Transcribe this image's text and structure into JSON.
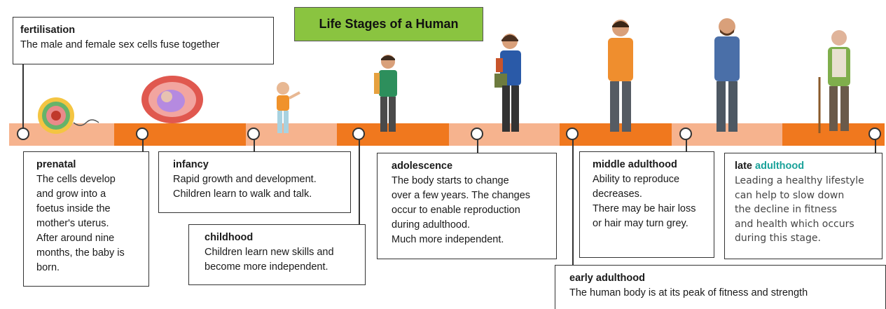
{
  "title": "Life Stages of a Human",
  "colors": {
    "band_light": "#f6b38e",
    "band_dark": "#f0781e",
    "title_bg": "#8ac440",
    "accent": "#1aa29a"
  },
  "stages": [
    {
      "heading": "fertilisation",
      "text": "The male and female sex cells fuse together"
    },
    {
      "heading": "prenatal",
      "text": "The cells develop\nand grow into a\nfoetus inside the\nmother's uterus.\nAfter around nine\nmonths, the baby is\nborn."
    },
    {
      "heading": "infancy",
      "text": "Rapid growth and development.\nChildren learn to walk and talk."
    },
    {
      "heading": "childhood",
      "text": "Children learn new skills and\nbecome more independent."
    },
    {
      "heading": "adolescence",
      "text": "The body starts to change\nover a few years. The changes\noccur to enable reproduction\nduring adulthood.\nMuch more independent."
    },
    {
      "heading": "early adulthood",
      "text": "The human body is at its peak of fitness and strength"
    },
    {
      "heading": "middle adulthood",
      "text": "Ability to reproduce\ndecreases.\nThere may be hair loss\nor hair may turn grey."
    },
    {
      "heading_prefix": "late",
      "heading_accent": "adulthood",
      "text": "Leading a healthy lifestyle\ncan help to slow down\nthe decline in fitness\nand health which occurs\nduring this stage."
    }
  ],
  "illustrations": [
    "fertilised-egg",
    "foetus-in-womb",
    "infant",
    "child",
    "adolescent",
    "young-adult",
    "middle-aged-adult",
    "elderly-adult"
  ]
}
